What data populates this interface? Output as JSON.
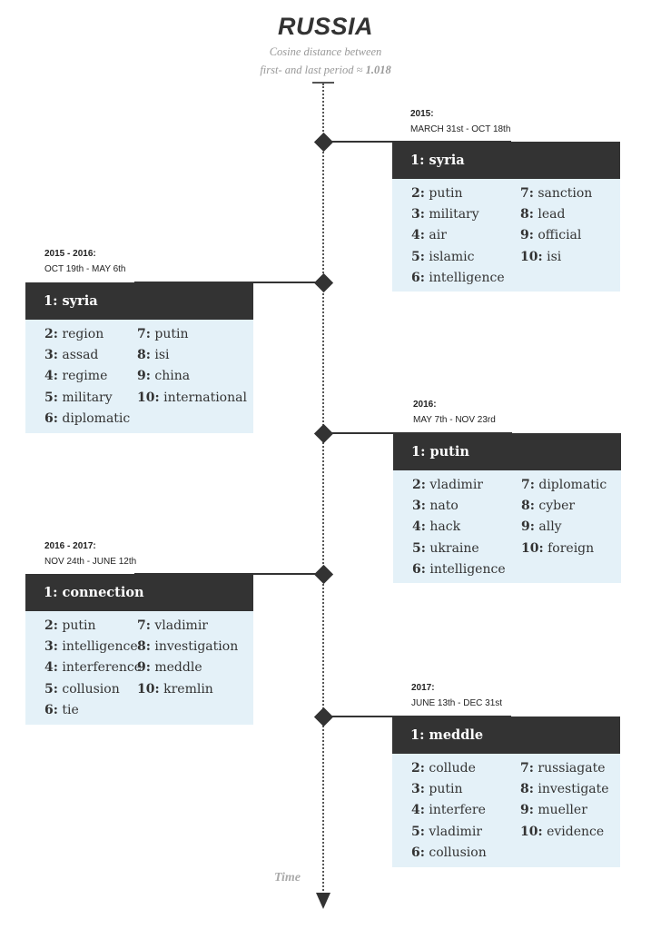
{
  "header": {
    "title": "RUSSIA",
    "subtitle_line1": "Cosine distance between",
    "subtitle_line2_text": "first- and last period ≈",
    "subtitle_line2_value": "1.018"
  },
  "axis": {
    "label": "Time"
  },
  "periods": [
    {
      "year": "2015:",
      "dates": "MARCH 31st - OCT 18th",
      "side": "right",
      "top_term": "1: syria",
      "terms": [
        {
          "rank": "2:",
          "word": "putin"
        },
        {
          "rank": "3:",
          "word": "military"
        },
        {
          "rank": "4:",
          "word": "air"
        },
        {
          "rank": "5:",
          "word": "islamic"
        },
        {
          "rank": "6:",
          "word": "intelligence"
        },
        {
          "rank": "7:",
          "word": "sanction"
        },
        {
          "rank": "8:",
          "word": "lead"
        },
        {
          "rank": "9:",
          "word": "official"
        },
        {
          "rank": "10:",
          "word": "isi"
        }
      ]
    },
    {
      "year": "2015 - 2016:",
      "dates": "OCT 19th - MAY 6th",
      "side": "left",
      "top_term": "1: syria",
      "terms": [
        {
          "rank": "2:",
          "word": "region"
        },
        {
          "rank": "3:",
          "word": "assad"
        },
        {
          "rank": "4:",
          "word": "regime"
        },
        {
          "rank": "5:",
          "word": "military"
        },
        {
          "rank": "6:",
          "word": "diplomatic"
        },
        {
          "rank": "7:",
          "word": "putin"
        },
        {
          "rank": "8:",
          "word": "isi"
        },
        {
          "rank": "9:",
          "word": "china"
        },
        {
          "rank": "10:",
          "word": "international"
        }
      ]
    },
    {
      "year": "2016:",
      "dates": "MAY 7th - NOV 23rd",
      "side": "right",
      "top_term": "1: putin",
      "terms": [
        {
          "rank": "2:",
          "word": "vladimir"
        },
        {
          "rank": "3:",
          "word": "nato"
        },
        {
          "rank": "4:",
          "word": "hack"
        },
        {
          "rank": "5:",
          "word": "ukraine"
        },
        {
          "rank": "6:",
          "word": "intelligence"
        },
        {
          "rank": "7:",
          "word": "diplomatic"
        },
        {
          "rank": "8:",
          "word": "cyber"
        },
        {
          "rank": "9:",
          "word": "ally"
        },
        {
          "rank": "10:",
          "word": "foreign"
        }
      ]
    },
    {
      "year": "2016 - 2017:",
      "dates": "NOV 24th - JUNE 12th",
      "side": "left",
      "top_term": "1: connection",
      "terms": [
        {
          "rank": "2:",
          "word": "putin"
        },
        {
          "rank": "3:",
          "word": "intelligence"
        },
        {
          "rank": "4:",
          "word": "interference"
        },
        {
          "rank": "5:",
          "word": "collusion"
        },
        {
          "rank": "6:",
          "word": "tie"
        },
        {
          "rank": "7:",
          "word": "vladimir"
        },
        {
          "rank": "8:",
          "word": "investigation"
        },
        {
          "rank": "9:",
          "word": "meddle"
        },
        {
          "rank": "10:",
          "word": "kremlin"
        }
      ]
    },
    {
      "year": "2017:",
      "dates": "JUNE 13th - DEC 31st",
      "side": "right",
      "top_term": "1: meddle",
      "terms": [
        {
          "rank": "2:",
          "word": "collude"
        },
        {
          "rank": "3:",
          "word": "putin"
        },
        {
          "rank": "4:",
          "word": "interfere"
        },
        {
          "rank": "5:",
          "word": "vladimir"
        },
        {
          "rank": "6:",
          "word": "collusion"
        },
        {
          "rank": "7:",
          "word": "russiagate"
        },
        {
          "rank": "8:",
          "word": "investigate"
        },
        {
          "rank": "9:",
          "word": "mueller"
        },
        {
          "rank": "10:",
          "word": "evidence"
        }
      ]
    }
  ]
}
